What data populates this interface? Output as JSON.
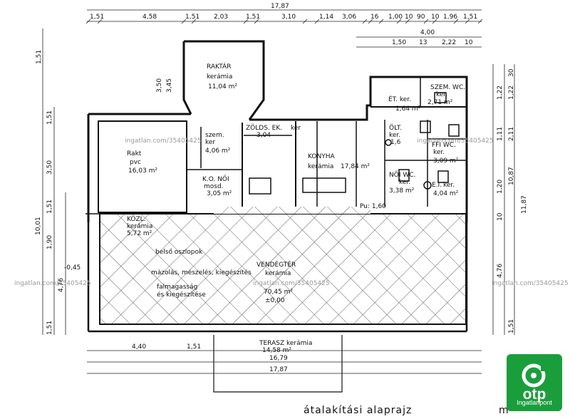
{
  "title": "átalakítási alaprajz",
  "title_tail": "m",
  "watermark": "ingatlan.com/35405425",
  "logo": {
    "brand": "otp",
    "sub": "Ingatlanpont",
    "color": "#1a9e3c"
  },
  "top_dims": {
    "total": "17,87",
    "segments": [
      "1,51",
      "4,58",
      "1,51",
      "2,03",
      "1,51",
      "3,10",
      "1,14",
      "3,06",
      "16",
      "1,00",
      "10",
      "90",
      "10",
      "1,96",
      "1,51"
    ],
    "second_row": [
      "4,00",
      "1,50",
      "13",
      "2,22",
      "10"
    ]
  },
  "bottom_dims": {
    "first": "4,40",
    "second": "1,51",
    "third": "16,79",
    "total": "17,87"
  },
  "left_dims": [
    "1,51",
    "3,50",
    "3,45",
    "1,51",
    "3,50",
    "10,01",
    "1,51",
    "1,90",
    "4,76",
    "1,51",
    "-0,45"
  ],
  "right_dims": [
    "30",
    "1,22",
    "1,22",
    "1,11",
    "2,11",
    "1,20",
    "10",
    "10,87",
    "4,76",
    "1,51",
    "11,87"
  ],
  "rooms": {
    "raktar": {
      "name": "RAKTÁR",
      "floor": "kerámia",
      "area": "11,04 m²"
    },
    "rakt": {
      "name": "Rakt",
      "floor": "pvc",
      "area": "16,03 m²"
    },
    "zolds": {
      "name": "ZÖLDS. EK.",
      "floor": "ker",
      "area": "3,04"
    },
    "szeml": {
      "name": "szem.",
      "floor": "ker",
      "area": "4,06 m²"
    },
    "konyha": {
      "name": "KONYHA",
      "floor": "kerámia",
      "area": "17,84 m²"
    },
    "ko": {
      "name": "K.O. NŐI",
      "floor": "mosd.",
      "area": "3,05 m²"
    },
    "kozl": {
      "name": "KÖZL.",
      "floor": "kerámia",
      "area": "5,72 m²"
    },
    "et": {
      "name": "ÉT. ker.",
      "floor": "",
      "area": "1,64 m²"
    },
    "szemwc": {
      "name": "SZEM. WC.",
      "floor": "ker.",
      "area": "2,71 m²"
    },
    "olt": {
      "name": "ÖLT.",
      "floor": "ker.",
      "area": "1,6"
    },
    "noiwc": {
      "name": "NŐI WC.",
      "floor": "ker.",
      "area": "3,38 m²"
    },
    "ffiwc": {
      "name": "FFI WC.",
      "floor": "ker.",
      "area": "3,09 m²"
    },
    "ei": {
      "name": "E.I.",
      "floor": "ker.",
      "area": "4,04 m²"
    },
    "vendegter": {
      "name": "VENDÉGTÉR",
      "floor": "kerámia",
      "area": "70,45 m²"
    },
    "terasz": {
      "name": "TERASZ",
      "floor": "kerámia",
      "area": "14,58 m²"
    }
  },
  "notes": {
    "left": [
      "belső oszlopok",
      "mázolás, mészelés, kiegészítés",
      "falmagasság",
      "és kiegészítése"
    ],
    "center": "Pu: 1,60",
    "level": "±0,00"
  }
}
